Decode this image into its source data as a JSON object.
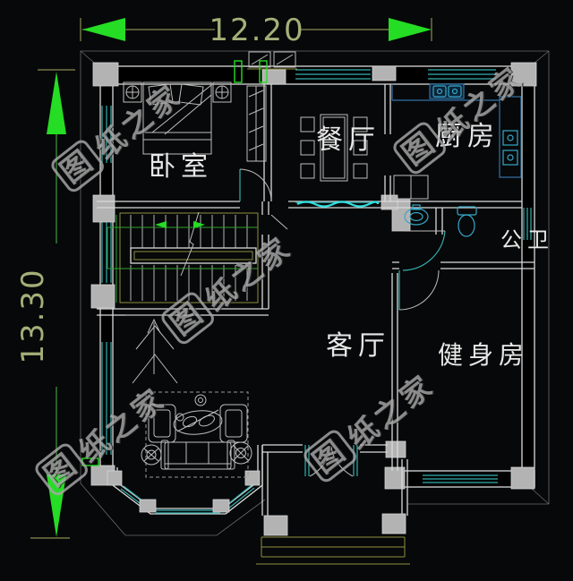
{
  "drawing": {
    "type": "architectural floor plan",
    "width_dimension": "12.20",
    "height_dimension": "13.30"
  },
  "rooms": [
    {
      "name": "bedroom",
      "label": "卧室"
    },
    {
      "name": "dining-room",
      "label": "餐厅"
    },
    {
      "name": "kitchen",
      "label": "厨房"
    },
    {
      "name": "bathroom",
      "label": "公卫"
    },
    {
      "name": "living-room",
      "label": "客厅"
    },
    {
      "name": "gym",
      "label": "健身房"
    }
  ],
  "watermark": {
    "boxed_char": "图",
    "rest": "纸之家",
    "full_text": "图纸之家"
  },
  "colors": {
    "bg": "#070809",
    "wall": "#d9d9d9",
    "pier": "#b3b3b3",
    "window": "#35b0b0",
    "window-bright": "#2fe0e0",
    "kitchen": "#3272a8",
    "fixture": "#35a8c8",
    "stair": "#8f8f3f",
    "guide": "#2f9f2f",
    "arrow": "#25dd25",
    "dim-line": "#8a8a52",
    "dim-text": "#a2b078",
    "furn": "#bdbdbd",
    "watermark": "#a8a8a8"
  }
}
